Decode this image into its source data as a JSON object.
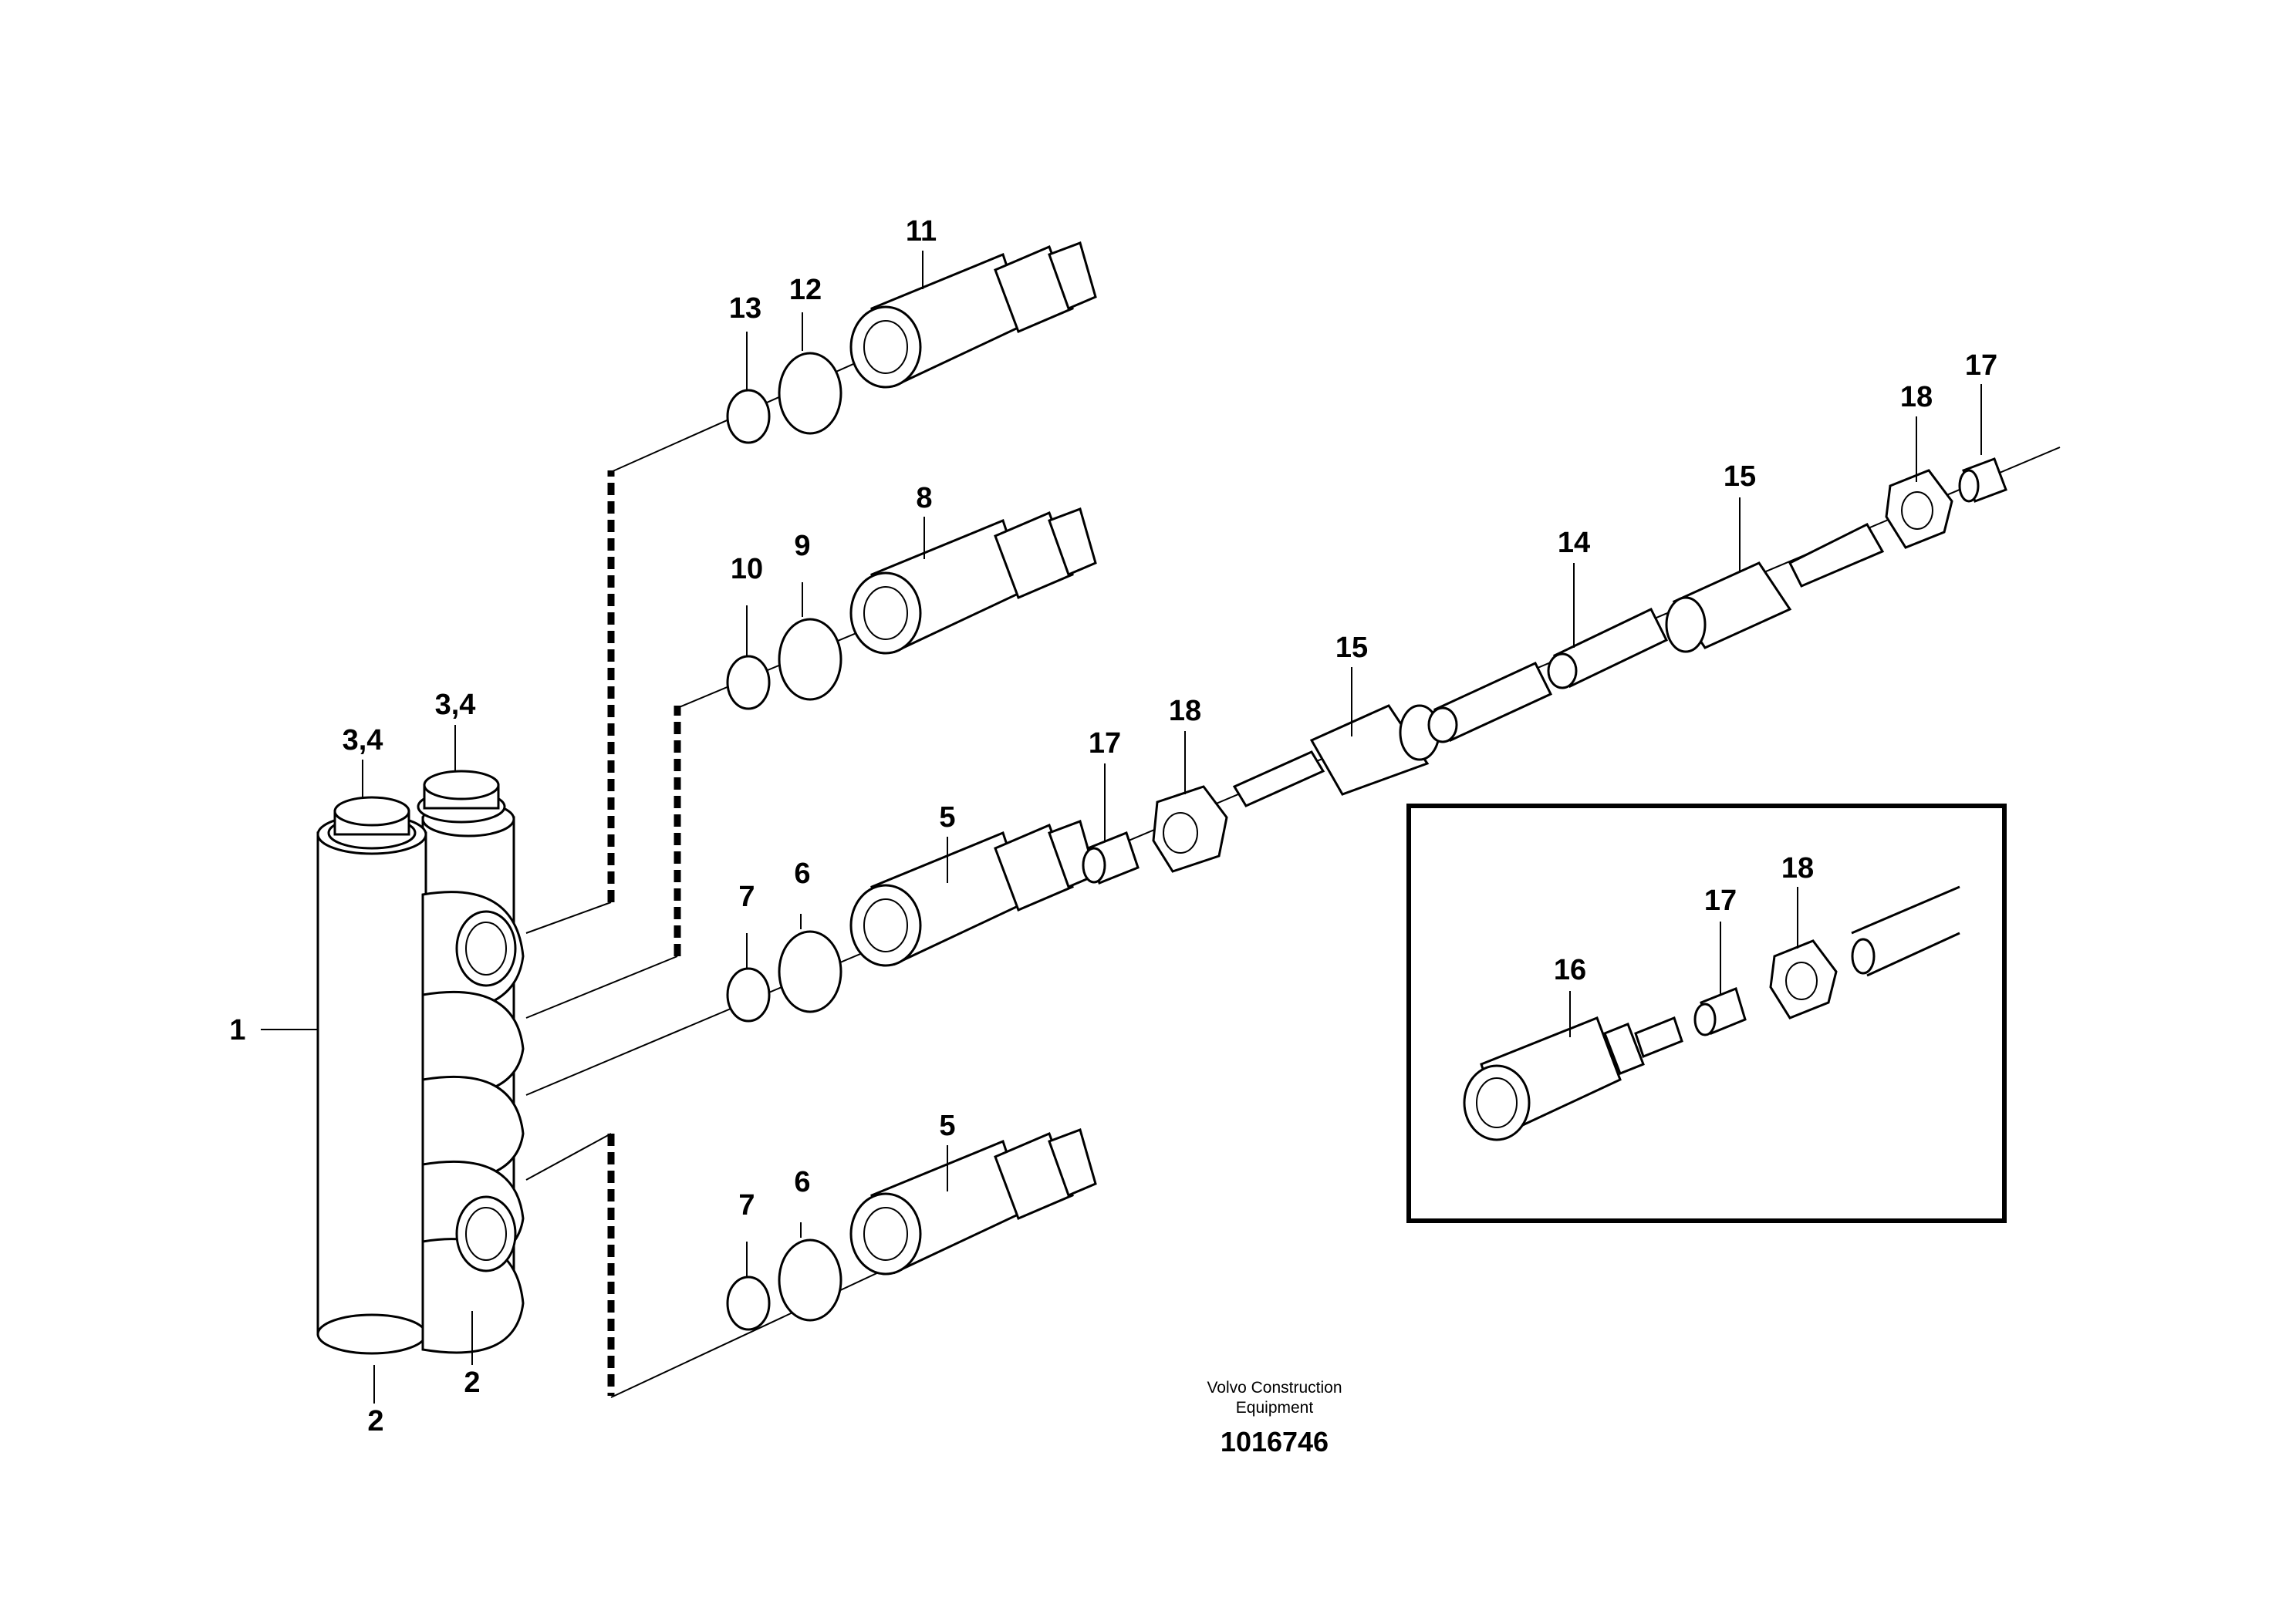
{
  "callouts": [
    {
      "id": "1",
      "text": "1"
    },
    {
      "id": "2a",
      "text": "2"
    },
    {
      "id": "2b",
      "text": "2"
    },
    {
      "id": "34a",
      "text": "3,4"
    },
    {
      "id": "34b",
      "text": "3,4"
    },
    {
      "id": "5a",
      "text": "5"
    },
    {
      "id": "5b",
      "text": "5"
    },
    {
      "id": "6a",
      "text": "6"
    },
    {
      "id": "6b",
      "text": "6"
    },
    {
      "id": "7a",
      "text": "7"
    },
    {
      "id": "7b",
      "text": "7"
    },
    {
      "id": "8",
      "text": "8"
    },
    {
      "id": "9",
      "text": "9"
    },
    {
      "id": "10",
      "text": "10"
    },
    {
      "id": "11",
      "text": "11"
    },
    {
      "id": "12",
      "text": "12"
    },
    {
      "id": "13",
      "text": "13"
    },
    {
      "id": "14",
      "text": "14"
    },
    {
      "id": "15a",
      "text": "15"
    },
    {
      "id": "15b",
      "text": "15"
    },
    {
      "id": "16",
      "text": "16"
    },
    {
      "id": "17a",
      "text": "17"
    },
    {
      "id": "17b",
      "text": "17"
    },
    {
      "id": "17c",
      "text": "17"
    },
    {
      "id": "18a",
      "text": "18"
    },
    {
      "id": "18b",
      "text": "18"
    },
    {
      "id": "18c",
      "text": "18"
    }
  ],
  "credit": {
    "line1": "Volvo Construction",
    "line2": "Equipment"
  },
  "doc_number": "1016746"
}
